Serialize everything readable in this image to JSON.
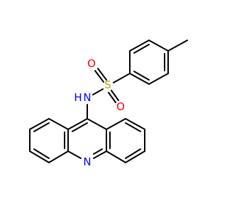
{
  "molecule": {
    "atoms": {
      "sulfur": "S",
      "oxygen_top": "O",
      "oxygen_bottom": "O",
      "nitrogen_amide": "N",
      "hydrogen_amide": "H",
      "nitrogen_ring": "N"
    },
    "colors": {
      "bond": "#000000",
      "sulfur": "#b8a000",
      "oxygen": "#ff0000",
      "nitrogen": "#0000ff",
      "hydrogen_amide": "#0000ff"
    }
  }
}
